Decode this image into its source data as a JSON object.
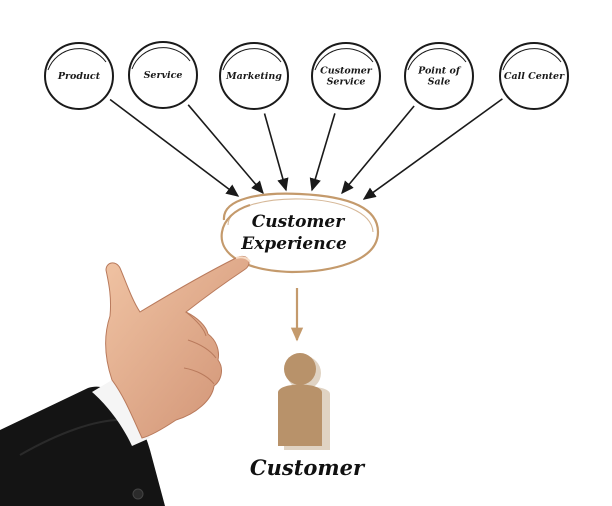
{
  "diagram": {
    "nodes": [
      {
        "label_lines": [
          "Product"
        ]
      },
      {
        "label_lines": [
          "Service"
        ]
      },
      {
        "label_lines": [
          "Marketing"
        ]
      },
      {
        "label_lines": [
          "Customer",
          "Service"
        ]
      },
      {
        "label_lines": [
          "Point of",
          "Sale"
        ]
      },
      {
        "label_lines": [
          "Call Center"
        ]
      }
    ],
    "center": {
      "label_lines": [
        "Customer",
        "Experience"
      ]
    },
    "result": {
      "label": "Customer"
    }
  },
  "colors": {
    "ink": "#1a1a1a",
    "accent": "#c49a6c",
    "figure_fill": "#b8926a",
    "figure_shadow": "#e0d3c3",
    "skin": "#e8b08c",
    "sleeve": "#141414",
    "cuff": "#f5f5f5"
  },
  "icons": {
    "hand": "pointing-hand-icon",
    "person": "person-icon",
    "arrow": "arrow-icon"
  }
}
